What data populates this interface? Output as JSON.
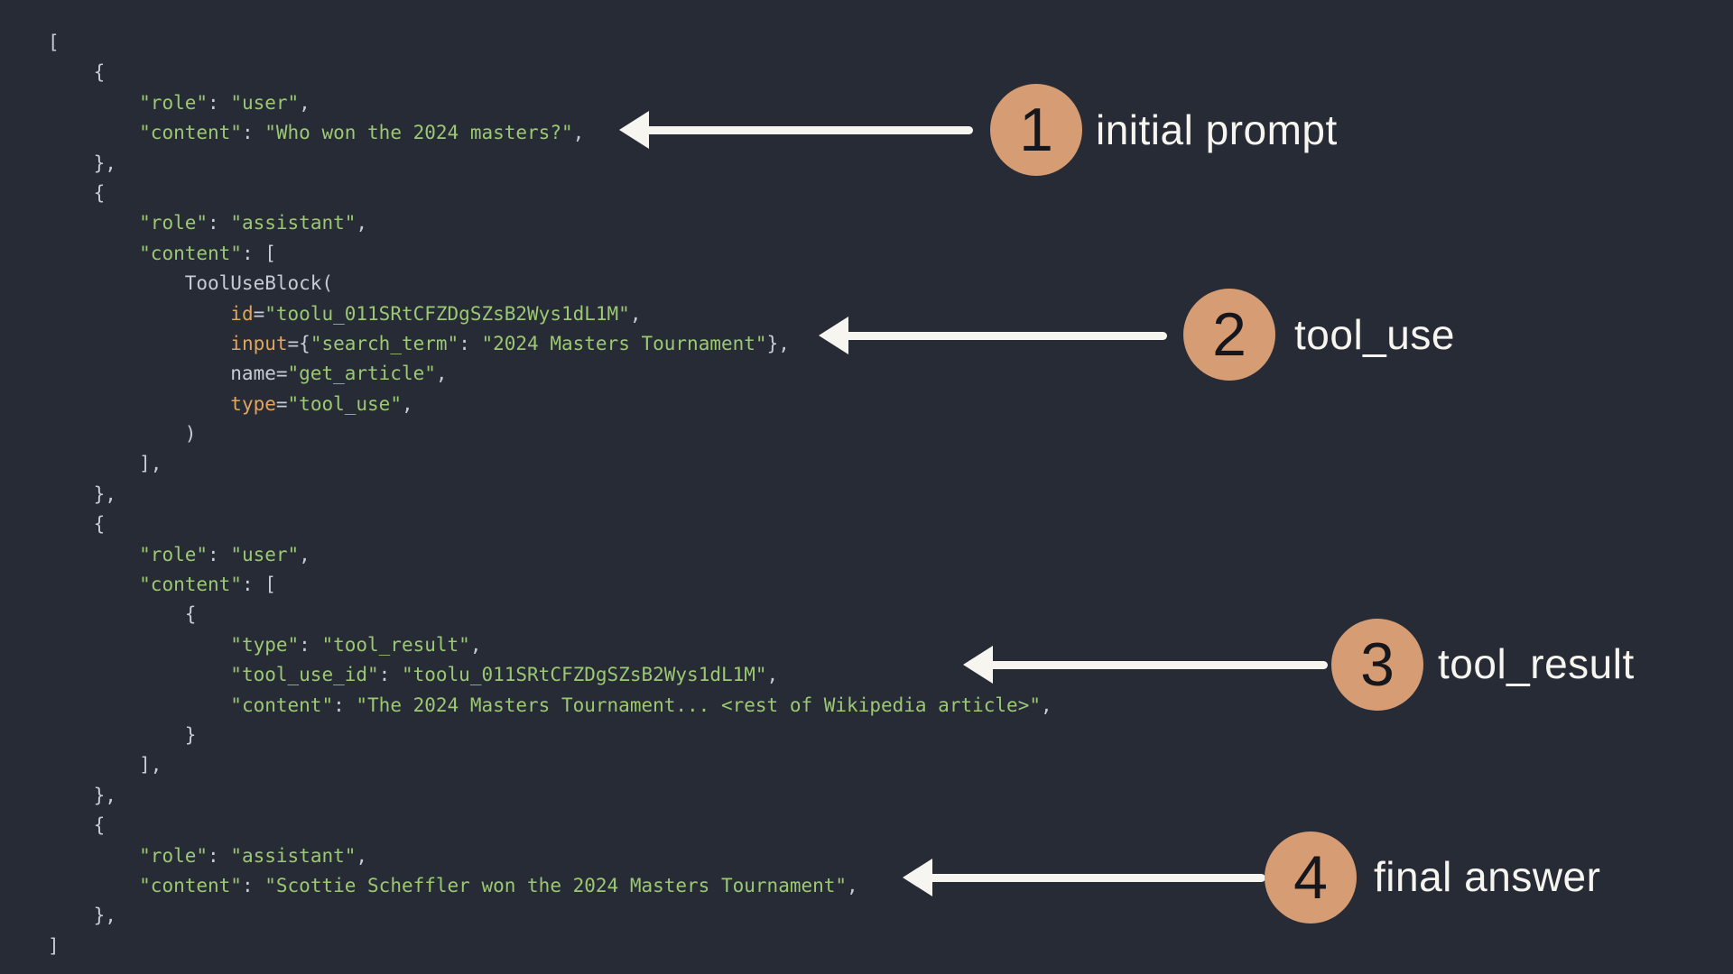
{
  "page": {
    "background_color": "#272b35",
    "accent_circle_color": "#d69c73",
    "arrow_color": "#f7f5f0",
    "label_color": "#f7f5f0"
  },
  "code": {
    "colors": {
      "plain": "#c6cbd4",
      "string": "#9bc873",
      "keyword": "#e2a55c"
    },
    "lines": [
      [
        [
          "p",
          "["
        ]
      ],
      [
        [
          "p",
          "    {"
        ]
      ],
      [
        [
          "p",
          "        "
        ],
        [
          "g",
          "\"role\""
        ],
        [
          "p",
          ": "
        ],
        [
          "g",
          "\"user\""
        ],
        [
          "p",
          ","
        ]
      ],
      [
        [
          "p",
          "        "
        ],
        [
          "g",
          "\"content\""
        ],
        [
          "p",
          ": "
        ],
        [
          "g",
          "\"Who won the 2024 masters?\""
        ],
        [
          "p",
          ","
        ]
      ],
      [
        [
          "p",
          "    },"
        ]
      ],
      [
        [
          "p",
          "    {"
        ]
      ],
      [
        [
          "p",
          "        "
        ],
        [
          "g",
          "\"role\""
        ],
        [
          "p",
          ": "
        ],
        [
          "g",
          "\"assistant\""
        ],
        [
          "p",
          ","
        ]
      ],
      [
        [
          "p",
          "        "
        ],
        [
          "g",
          "\"content\""
        ],
        [
          "p",
          ": ["
        ]
      ],
      [
        [
          "p",
          "            ToolUseBlock("
        ]
      ],
      [
        [
          "p",
          "                "
        ],
        [
          "o",
          "id"
        ],
        [
          "p",
          "="
        ],
        [
          "g",
          "\"toolu_011SRtCFZDgSZsB2Wys1dL1M\""
        ],
        [
          "p",
          ","
        ]
      ],
      [
        [
          "p",
          "                "
        ],
        [
          "o",
          "input"
        ],
        [
          "p",
          "={"
        ],
        [
          "g",
          "\"search_term\""
        ],
        [
          "p",
          ": "
        ],
        [
          "g",
          "\"2024 Masters Tournament\""
        ],
        [
          "p",
          "},"
        ]
      ],
      [
        [
          "p",
          "                name="
        ],
        [
          "g",
          "\"get_article\""
        ],
        [
          "p",
          ","
        ]
      ],
      [
        [
          "p",
          "                "
        ],
        [
          "o",
          "type"
        ],
        [
          "p",
          "="
        ],
        [
          "g",
          "\"tool_use\""
        ],
        [
          "p",
          ","
        ]
      ],
      [
        [
          "p",
          "            )"
        ]
      ],
      [
        [
          "p",
          "        ],"
        ]
      ],
      [
        [
          "p",
          "    },"
        ]
      ],
      [
        [
          "p",
          "    {"
        ]
      ],
      [
        [
          "p",
          "        "
        ],
        [
          "g",
          "\"role\""
        ],
        [
          "p",
          ": "
        ],
        [
          "g",
          "\"user\""
        ],
        [
          "p",
          ","
        ]
      ],
      [
        [
          "p",
          "        "
        ],
        [
          "g",
          "\"content\""
        ],
        [
          "p",
          ": ["
        ]
      ],
      [
        [
          "p",
          "            {"
        ]
      ],
      [
        [
          "p",
          "                "
        ],
        [
          "g",
          "\"type\""
        ],
        [
          "p",
          ": "
        ],
        [
          "g",
          "\"tool_result\""
        ],
        [
          "p",
          ","
        ]
      ],
      [
        [
          "p",
          "                "
        ],
        [
          "g",
          "\"tool_use_id\""
        ],
        [
          "p",
          ": "
        ],
        [
          "g",
          "\"toolu_011SRtCFZDgSZsB2Wys1dL1M\""
        ],
        [
          "p",
          ","
        ]
      ],
      [
        [
          "p",
          "                "
        ],
        [
          "g",
          "\"content\""
        ],
        [
          "p",
          ": "
        ],
        [
          "g",
          "\"The 2024 Masters Tournament... <rest of Wikipedia article>\""
        ],
        [
          "p",
          ","
        ]
      ],
      [
        [
          "p",
          "            }"
        ]
      ],
      [
        [
          "p",
          "        ],"
        ]
      ],
      [
        [
          "p",
          "    },"
        ]
      ],
      [
        [
          "p",
          "    {"
        ]
      ],
      [
        [
          "p",
          "        "
        ],
        [
          "g",
          "\"role\""
        ],
        [
          "p",
          ": "
        ],
        [
          "g",
          "\"assistant\""
        ],
        [
          "p",
          ","
        ]
      ],
      [
        [
          "p",
          "        "
        ],
        [
          "g",
          "\"content\""
        ],
        [
          "p",
          ": "
        ],
        [
          "g",
          "\"Scottie Scheffler won the 2024 Masters Tournament\""
        ],
        [
          "p",
          ","
        ]
      ],
      [
        [
          "p",
          "    },"
        ]
      ],
      [
        [
          "p",
          "]"
        ]
      ]
    ]
  },
  "annotations": [
    {
      "number": "1",
      "label": "initial prompt"
    },
    {
      "number": "2",
      "label": "tool_use"
    },
    {
      "number": "3",
      "label": "tool_result"
    },
    {
      "number": "4",
      "label": "final answer"
    }
  ]
}
